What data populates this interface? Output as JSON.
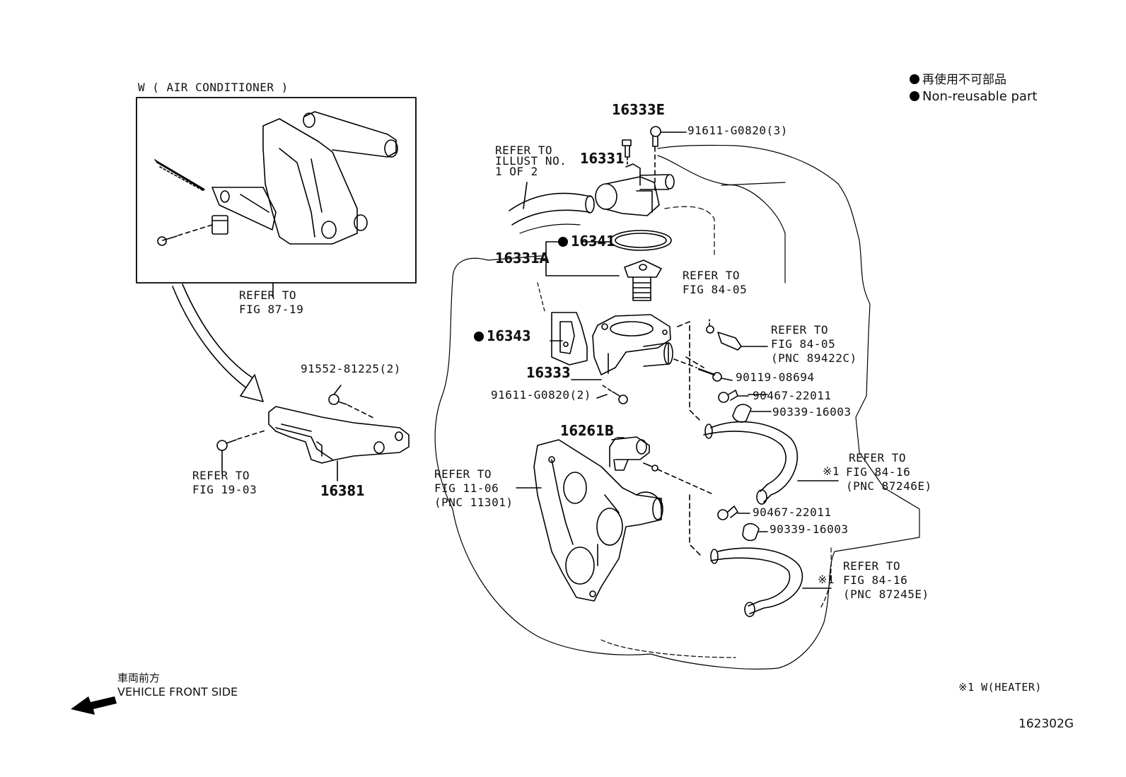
{
  "legend": {
    "jp": "再使用不可部品",
    "en": "Non-reusable part"
  },
  "inset": {
    "title": "W ( AIR CONDITIONER )",
    "refer": [
      "REFER TO",
      "FIG 87-19"
    ]
  },
  "parts": {
    "p16333E": "16333E",
    "p91611a": "91611-G0820(3)",
    "p16331": "16331",
    "p16341": "16341",
    "p16331A": "16331A",
    "p16343": "16343",
    "p16333": "16333",
    "p91611b": "91611-G0820(2)",
    "p16261B": "16261B",
    "p90119": "90119-08694",
    "p90467a": "90467-22011",
    "p90339a": "90339-16003",
    "p90467b": "90467-22011",
    "p90339b": "90339-16003",
    "p91552": "91552-81225(2)",
    "p16381": "16381"
  },
  "refs": {
    "illust": [
      "REFER TO",
      "ILLUST NO.",
      "1 OF 2"
    ],
    "fig8405a": [
      "REFER TO",
      "FIG 84-05"
    ],
    "fig8405b": [
      "REFER TO",
      "FIG 84-05",
      "(PNC 89422C)"
    ],
    "fig1903": [
      "REFER TO",
      "FIG 19-03"
    ],
    "fig1106": [
      "REFER TO",
      "FIG 11-06",
      "(PNC 11301)"
    ],
    "fig8416a": [
      "REFER TO",
      "FIG 84-16",
      "(PNC 87246E)"
    ],
    "fig8416b": [
      "REFER TO",
      "FIG 84-16",
      "(PNC 87245E)"
    ]
  },
  "marks": {
    "note1a": "※1",
    "note1b": "※1",
    "footnote": "※1  W(HEATER)"
  },
  "direction": {
    "jp": "車両前方",
    "en": "VEHICLE FRONT SIDE"
  },
  "diagram_id": "162302G"
}
